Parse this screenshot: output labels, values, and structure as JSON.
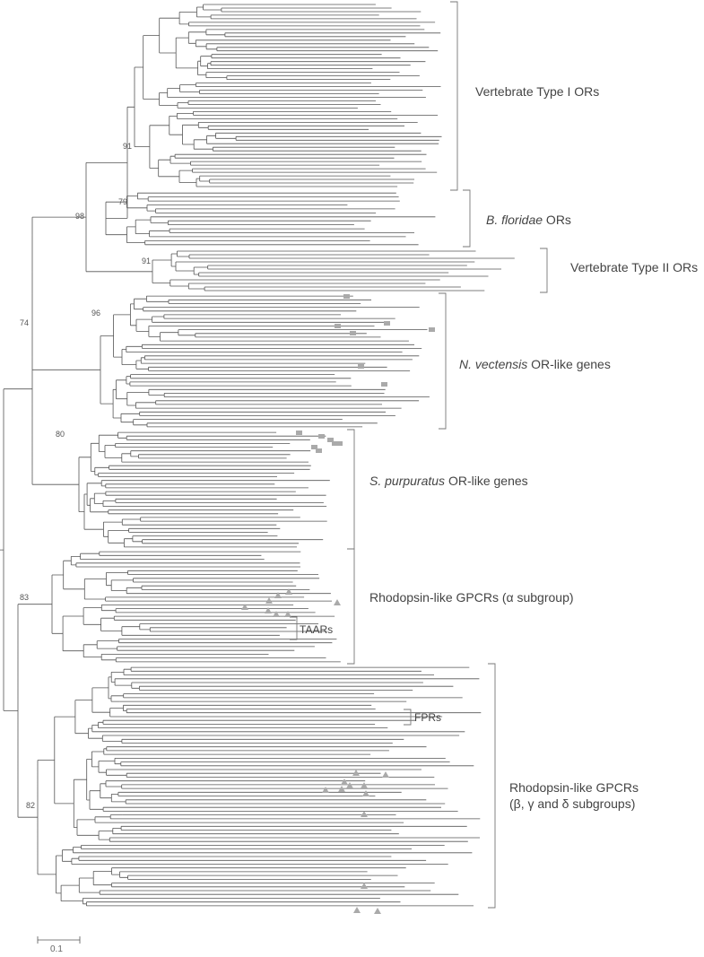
{
  "clades": {
    "vertebrate_type1": "Vertebrate Type I ORs",
    "bfloridae_italic": "B. floridae",
    "bfloridae_rest": " ORs",
    "vertebrate_type2": "Vertebrate Type II ORs",
    "nvectensis_italic": "N. vectensis",
    "nvectensis_rest": " OR-like genes",
    "spurpuratus_italic": "S. purpuratus",
    "spurpuratus_rest": " OR-like genes",
    "rhodopsin_alpha": "Rhodopsin-like GPCRs (α subgroup)",
    "taars": "TAARs",
    "fprs": "FPRs",
    "rhodopsin_bgd_line1": "Rhodopsin-like GPCRs",
    "rhodopsin_bgd_line2": "(β, γ and δ subgroups)"
  },
  "bootstrap": {
    "b74": "74",
    "b98": "98",
    "b91a": "91",
    "b79": "79",
    "b91b": "91",
    "b96": "96",
    "b80": "80",
    "b83": "83",
    "b82": "82"
  },
  "scale_bar": {
    "label": "0.1"
  },
  "colors": {
    "branch": "#555555",
    "marker": "#aaaaaa",
    "bracket": "#777777"
  }
}
